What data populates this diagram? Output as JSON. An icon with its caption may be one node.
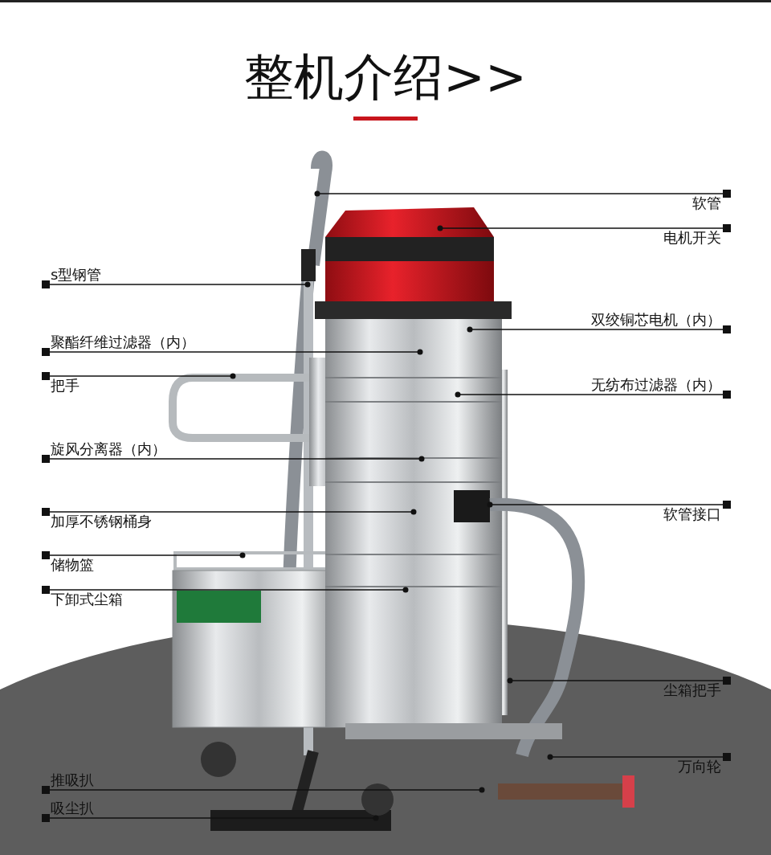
{
  "diagram": {
    "title": "整机介绍>>",
    "nodes": [
      {
        "text": [
          "软管"
        ]
      },
      {
        "text": [
          "电机开关"
        ]
      },
      {
        "text": [
          "s型钢管"
        ]
      },
      {
        "text": [
          "双绞铜芯电机（内）"
        ]
      },
      {
        "text": [
          "聚酯纤维过滤器（内）"
        ]
      },
      {
        "text": [
          "把手"
        ]
      },
      {
        "text": [
          "无纺布过滤器（内）"
        ]
      },
      {
        "text": [
          "旋风分离器（内）"
        ]
      },
      {
        "text": [
          "软管接口"
        ]
      },
      {
        "text": [
          "加厚不锈钢桶身"
        ]
      },
      {
        "text": [
          "储物篮"
        ]
      },
      {
        "text": [
          "下卸式尘箱"
        ]
      },
      {
        "text": [
          "尘箱把手"
        ]
      },
      {
        "text": [
          "万向轮"
        ]
      },
      {
        "text": [
          "推吸扒"
        ]
      },
      {
        "text": [
          "吸尘扒"
        ]
      }
    ],
    "edges": [
      {
        "from": 0,
        "to": null,
        "arrow": "other"
      },
      {
        "from": 1,
        "to": null,
        "arrow": "other"
      },
      {
        "from": 2,
        "to": null,
        "arrow": "other"
      },
      {
        "from": 3,
        "to": null,
        "arrow": "other"
      },
      {
        "from": 4,
        "to": null,
        "arrow": "other"
      },
      {
        "from": 5,
        "to": null,
        "arrow": "other"
      },
      {
        "from": 6,
        "to": null,
        "arrow": "other"
      },
      {
        "from": 7,
        "to": null,
        "arrow": "other"
      },
      {
        "from": 8,
        "to": null,
        "arrow": "other"
      },
      {
        "from": 9,
        "to": null,
        "arrow": "other"
      },
      {
        "from": 10,
        "to": null,
        "arrow": "other"
      },
      {
        "from": 11,
        "to": null,
        "arrow": "other"
      },
      {
        "from": 12,
        "to": null,
        "arrow": "other"
      },
      {
        "from": 13,
        "to": null,
        "arrow": "other"
      },
      {
        "from": 14,
        "to": null,
        "arrow": "other"
      },
      {
        "from": 15,
        "to": null,
        "arrow": "other"
      }
    ]
  }
}
